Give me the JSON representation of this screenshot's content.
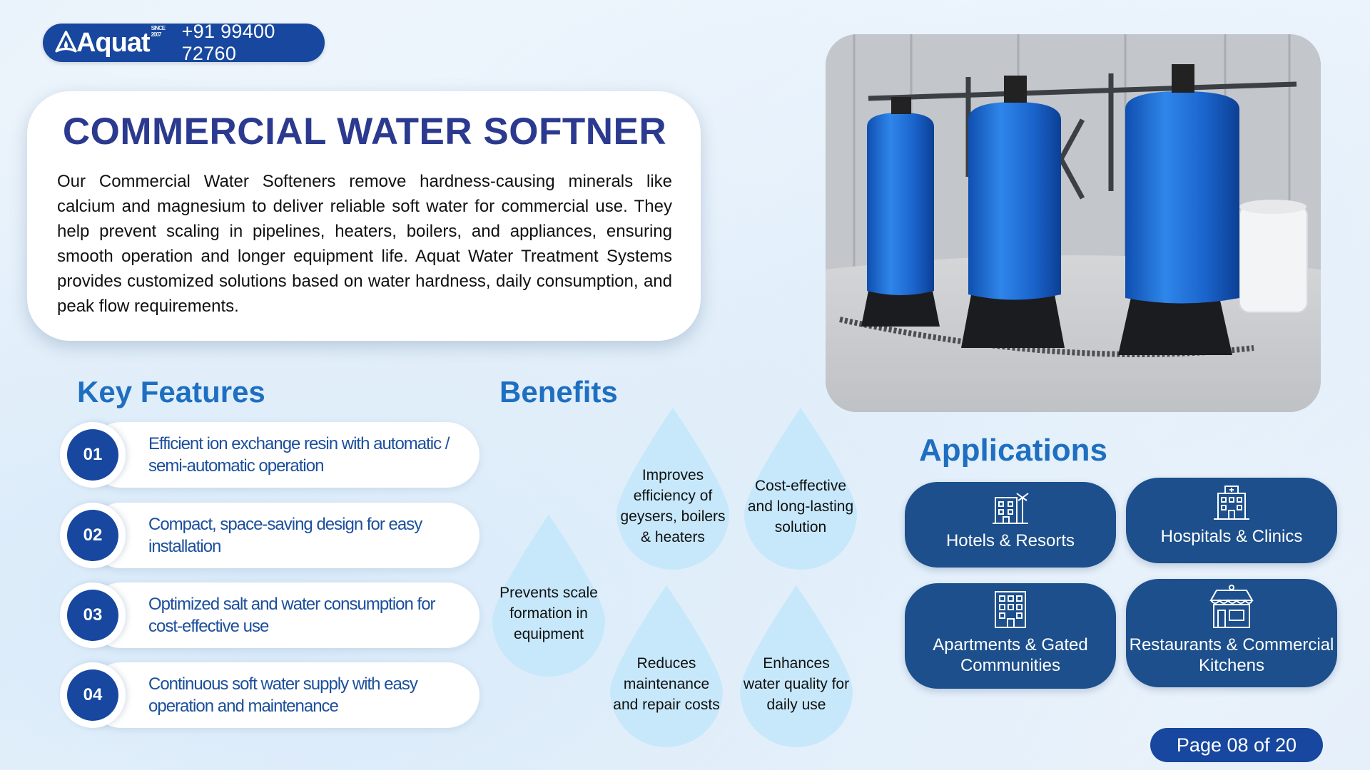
{
  "header": {
    "brand": "Aquat",
    "brand_tag": "SINCE 2007",
    "phone": "+91 99400 72760"
  },
  "intro": {
    "title": "COMMERCIAL WATER SOFTNER",
    "body": "Our Commercial Water Softeners remove hardness-causing minerals like calcium and magnesium to deliver reliable soft water for commercial use. They help prevent scaling in pipelines, heaters, boilers, and appliances, ensuring smooth operation and longer equipment life. Aquat Water Treatment Systems provides customized solutions based on water hardness, daily consumption, and peak flow requirements."
  },
  "features": {
    "heading": "Key Features",
    "items": [
      {
        "number": "01",
        "text": "Efficient ion exchange resin with automatic / semi-automatic operation"
      },
      {
        "number": "02",
        "text": "Compact, space-saving design for easy installation"
      },
      {
        "number": "03",
        "text": "Optimized salt and water consumption for cost-effective use"
      },
      {
        "number": "04",
        "text": "Continuous soft water supply with easy operation and maintenance"
      }
    ]
  },
  "benefits": {
    "heading": "Benefits",
    "items": [
      {
        "text": "Prevents scale formation in equipment"
      },
      {
        "text": "Improves efficiency of geysers, boilers & heaters"
      },
      {
        "text": "Cost-effective and long-lasting solution"
      },
      {
        "text": "Reduces maintenance and repair costs"
      },
      {
        "text": "Enhances water quality for daily use"
      }
    ]
  },
  "applications": {
    "heading": "Applications",
    "items": [
      {
        "label": "Hotels & Resorts",
        "icon": "hotel-icon"
      },
      {
        "label": "Hospitals & Clinics",
        "icon": "hospital-icon"
      },
      {
        "label": "Apartments & Gated Communities",
        "icon": "apartment-icon"
      },
      {
        "label": "Restaurants & Commercial Kitchens",
        "icon": "restaurant-icon"
      }
    ]
  },
  "footer": {
    "page": "Page 08 of 20"
  },
  "colors": {
    "navy": "#17479e",
    "title_blue": "#2b3a8f",
    "heading_blue": "#1f6fc1",
    "card_blue": "#1c4f8c",
    "drop_blue": "#c7e8fa",
    "tank_blue": "#1f6ed6"
  }
}
